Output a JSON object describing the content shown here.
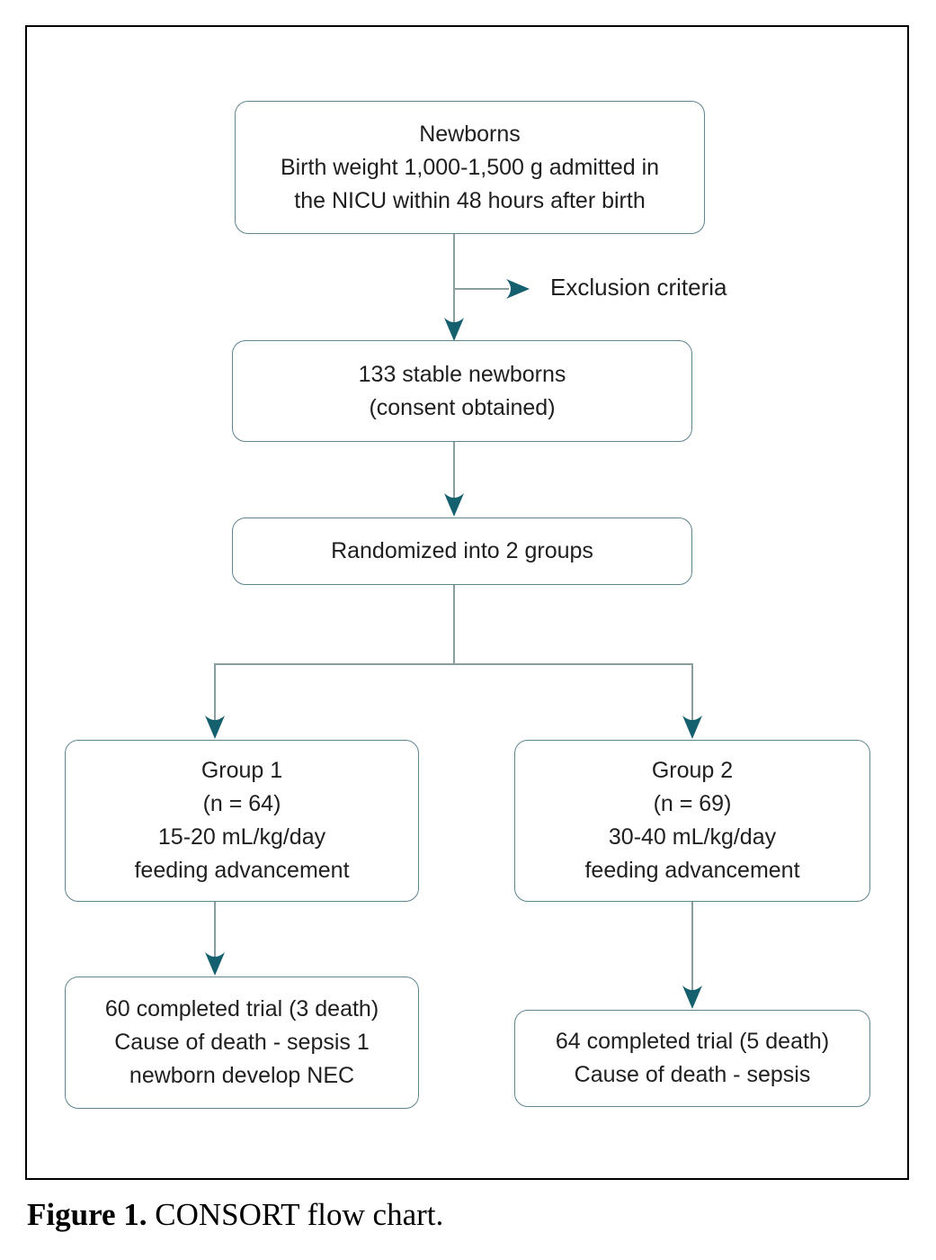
{
  "figure": {
    "caption_label": "Figure 1.",
    "caption_text": "CONSORT flow chart."
  },
  "flowchart": {
    "exclusion_label": "Exclusion criteria",
    "boxes": {
      "newborns": {
        "lines": [
          "Newborns",
          "Birth weight 1,000-1,500 g admitted in",
          "the NICU within 48 hours after birth"
        ]
      },
      "stable_newborns": {
        "lines": [
          "133 stable newborns",
          "(consent obtained)"
        ]
      },
      "randomized": {
        "lines": [
          "Randomized into 2 groups"
        ]
      },
      "group1": {
        "lines": [
          "Group 1",
          "(n = 64)",
          "15-20 mL/kg/day",
          "feeding advancement"
        ]
      },
      "group2": {
        "lines": [
          "Group 2",
          "(n = 69)",
          "30-40 mL/kg/day",
          "feeding advancement"
        ]
      },
      "group1_outcome": {
        "lines": [
          "60 completed trial (3 death)",
          "Cause of death - sepsis 1",
          "newborn develop NEC"
        ]
      },
      "group2_outcome": {
        "lines": [
          "64 completed trial (5 death)",
          "Cause of death - sepsis"
        ]
      }
    },
    "colors": {
      "box_border": "#5f858e",
      "connector_line": "#8b9e9e",
      "arrowhead": "#14606e",
      "text": "#1f1f1f",
      "frame_border": "#000000"
    }
  }
}
